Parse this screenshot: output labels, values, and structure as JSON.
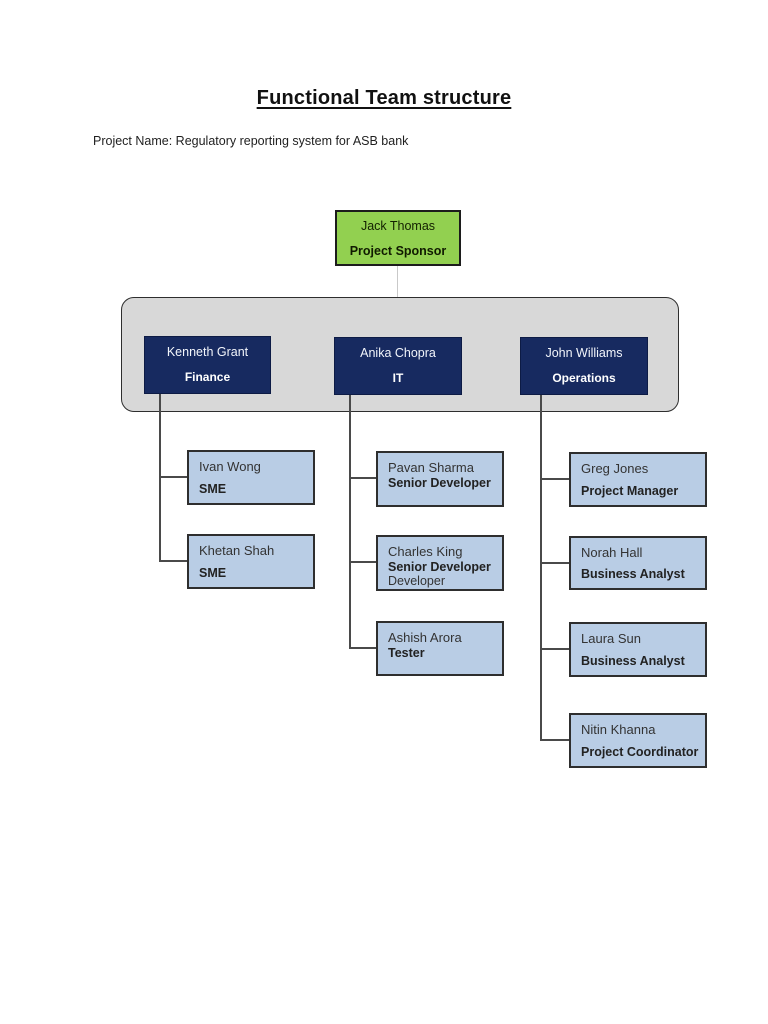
{
  "page": {
    "title": "Functional Team structure",
    "subtitle": "Project Name: Regulatory reporting system for ASB bank"
  },
  "org": {
    "sponsor": {
      "name": "Jack Thomas",
      "role": "Project Sponsor"
    },
    "managers": [
      {
        "name": "Kenneth Grant",
        "role": "Finance",
        "children": [
          {
            "name": "Ivan Wong",
            "role": "SME"
          },
          {
            "name": "Khetan Shah",
            "role": "SME"
          }
        ]
      },
      {
        "name": "Anika Chopra",
        "role": "IT",
        "children": [
          {
            "name": "Pavan Sharma",
            "role": "Senior Developer"
          },
          {
            "name": "Charles King",
            "role": "Senior Developer",
            "role2": "Developer"
          },
          {
            "name": "Ashish Arora",
            "role": "Tester"
          }
        ]
      },
      {
        "name": "John Williams",
        "role": "Operations",
        "children": [
          {
            "name": "Greg Jones",
            "role": "Project Manager"
          },
          {
            "name": "Norah Hall",
            "role": "Business Analyst"
          },
          {
            "name": "Laura Sun",
            "role": "Business Analyst"
          },
          {
            "name": "Nitin Khanna",
            "role": "Project Coordinator"
          }
        ]
      }
    ]
  },
  "colors": {
    "sponsor_fill": "#92D050",
    "manager_fill": "#172A60",
    "member_fill": "#B9CDE5",
    "container_fill": "#D8D8D8",
    "connector": "#4A4A4A",
    "sponsor_connector": "#C9C9C9"
  }
}
